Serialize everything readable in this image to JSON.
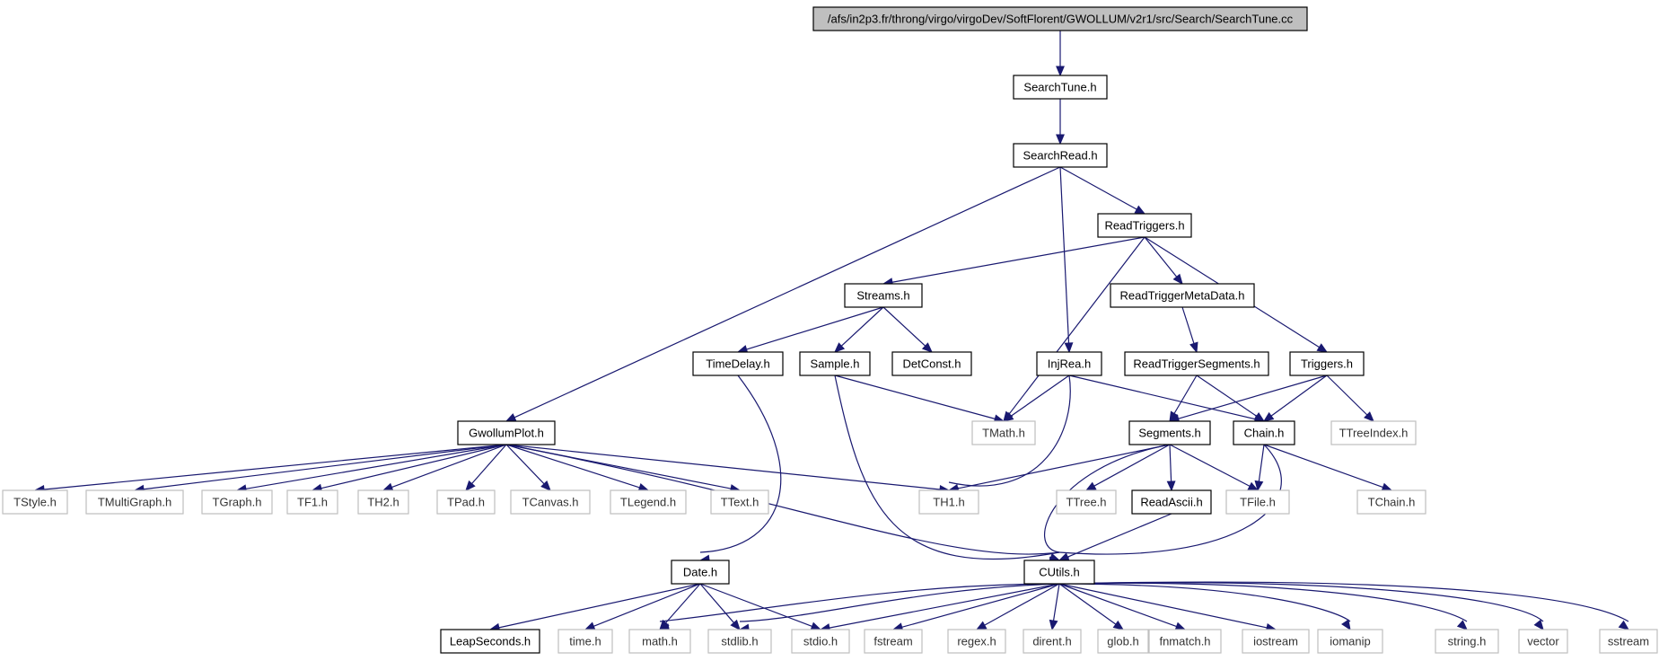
{
  "colors": {
    "edge": "#191970",
    "root_fill": "#bfbfbf",
    "weak_border": "#bfbfbf",
    "strong_border": "#000000"
  },
  "nodes": [
    {
      "id": "root",
      "label": "/afs/in2p3.fr/throng/virgo/virgoDev/SoftFlorent/GWOLLUM/v2r1/src/Search/SearchTune.cc",
      "style": "root"
    },
    {
      "id": "SearchTune",
      "label": "SearchTune.h",
      "style": "strong"
    },
    {
      "id": "SearchRead",
      "label": "SearchRead.h",
      "style": "strong"
    },
    {
      "id": "ReadTriggers",
      "label": "ReadTriggers.h",
      "style": "strong"
    },
    {
      "id": "Streams",
      "label": "Streams.h",
      "style": "strong"
    },
    {
      "id": "ReadTriggerMetaData",
      "label": "ReadTriggerMetaData.h",
      "style": "strong"
    },
    {
      "id": "TimeDelay",
      "label": "TimeDelay.h",
      "style": "strong"
    },
    {
      "id": "Sample",
      "label": "Sample.h",
      "style": "strong"
    },
    {
      "id": "DetConst",
      "label": "DetConst.h",
      "style": "strong"
    },
    {
      "id": "InjRea",
      "label": "InjRea.h",
      "style": "strong"
    },
    {
      "id": "ReadTriggerSegments",
      "label": "ReadTriggerSegments.h",
      "style": "strong"
    },
    {
      "id": "Triggers",
      "label": "Triggers.h",
      "style": "strong"
    },
    {
      "id": "GwollumPlot",
      "label": "GwollumPlot.h",
      "style": "strong"
    },
    {
      "id": "TMath",
      "label": "TMath.h",
      "style": "weak"
    },
    {
      "id": "Segments",
      "label": "Segments.h",
      "style": "strong"
    },
    {
      "id": "Chain",
      "label": "Chain.h",
      "style": "strong"
    },
    {
      "id": "TTreeIndex",
      "label": "TTreeIndex.h",
      "style": "weak"
    },
    {
      "id": "TStyle",
      "label": "TStyle.h",
      "style": "weak"
    },
    {
      "id": "TMultiGraph",
      "label": "TMultiGraph.h",
      "style": "weak"
    },
    {
      "id": "TGraph",
      "label": "TGraph.h",
      "style": "weak"
    },
    {
      "id": "TF1",
      "label": "TF1.h",
      "style": "weak"
    },
    {
      "id": "TH2",
      "label": "TH2.h",
      "style": "weak"
    },
    {
      "id": "TPad",
      "label": "TPad.h",
      "style": "weak"
    },
    {
      "id": "TCanvas",
      "label": "TCanvas.h",
      "style": "weak"
    },
    {
      "id": "TLegend",
      "label": "TLegend.h",
      "style": "weak"
    },
    {
      "id": "TText",
      "label": "TText.h",
      "style": "weak"
    },
    {
      "id": "TH1",
      "label": "TH1.h",
      "style": "weak"
    },
    {
      "id": "TTree",
      "label": "TTree.h",
      "style": "weak"
    },
    {
      "id": "ReadAscii",
      "label": "ReadAscii.h",
      "style": "strong"
    },
    {
      "id": "TFile",
      "label": "TFile.h",
      "style": "weak"
    },
    {
      "id": "TChain",
      "label": "TChain.h",
      "style": "weak"
    },
    {
      "id": "Date",
      "label": "Date.h",
      "style": "strong"
    },
    {
      "id": "CUtils",
      "label": "CUtils.h",
      "style": "strong"
    },
    {
      "id": "LeapSeconds",
      "label": "LeapSeconds.h",
      "style": "strong"
    },
    {
      "id": "time",
      "label": "time.h",
      "style": "weak"
    },
    {
      "id": "math",
      "label": "math.h",
      "style": "weak"
    },
    {
      "id": "stdlib",
      "label": "stdlib.h",
      "style": "weak"
    },
    {
      "id": "stdio",
      "label": "stdio.h",
      "style": "weak"
    },
    {
      "id": "fstream",
      "label": "fstream",
      "style": "weak"
    },
    {
      "id": "regex",
      "label": "regex.h",
      "style": "weak"
    },
    {
      "id": "dirent",
      "label": "dirent.h",
      "style": "weak"
    },
    {
      "id": "glob",
      "label": "glob.h",
      "style": "weak"
    },
    {
      "id": "fnmatch",
      "label": "fnmatch.h",
      "style": "weak"
    },
    {
      "id": "iostream",
      "label": "iostream",
      "style": "weak"
    },
    {
      "id": "iomanip",
      "label": "iomanip",
      "style": "weak"
    },
    {
      "id": "string",
      "label": "string.h",
      "style": "weak"
    },
    {
      "id": "vector",
      "label": "vector",
      "style": "weak"
    },
    {
      "id": "sstream",
      "label": "sstream",
      "style": "weak"
    }
  ],
  "edges": [
    [
      "root",
      "SearchTune"
    ],
    [
      "SearchTune",
      "SearchRead"
    ],
    [
      "SearchRead",
      "GwollumPlot"
    ],
    [
      "SearchRead",
      "InjRea"
    ],
    [
      "SearchRead",
      "ReadTriggers"
    ],
    [
      "ReadTriggers",
      "Streams"
    ],
    [
      "ReadTriggers",
      "TMath"
    ],
    [
      "ReadTriggers",
      "ReadTriggerMetaData"
    ],
    [
      "ReadTriggers",
      "Triggers"
    ],
    [
      "Streams",
      "TimeDelay"
    ],
    [
      "Streams",
      "Sample"
    ],
    [
      "Streams",
      "DetConst"
    ],
    [
      "ReadTriggerMetaData",
      "ReadTriggerSegments"
    ],
    [
      "TimeDelay",
      "Date"
    ],
    [
      "Sample",
      "TMath"
    ],
    [
      "Sample",
      "CUtils"
    ],
    [
      "InjRea",
      "TMath"
    ],
    [
      "InjRea",
      "Chain"
    ],
    [
      "InjRea",
      "TH1"
    ],
    [
      "ReadTriggerSegments",
      "Segments"
    ],
    [
      "ReadTriggerSegments",
      "Chain"
    ],
    [
      "Triggers",
      "Segments"
    ],
    [
      "Triggers",
      "Chain"
    ],
    [
      "Triggers",
      "TTreeIndex"
    ],
    [
      "GwollumPlot",
      "TStyle"
    ],
    [
      "GwollumPlot",
      "TMultiGraph"
    ],
    [
      "GwollumPlot",
      "TGraph"
    ],
    [
      "GwollumPlot",
      "TF1"
    ],
    [
      "GwollumPlot",
      "TH2"
    ],
    [
      "GwollumPlot",
      "TPad"
    ],
    [
      "GwollumPlot",
      "TCanvas"
    ],
    [
      "GwollumPlot",
      "TLegend"
    ],
    [
      "GwollumPlot",
      "TText"
    ],
    [
      "GwollumPlot",
      "TH1"
    ],
    [
      "GwollumPlot",
      "CUtils"
    ],
    [
      "Segments",
      "TH1"
    ],
    [
      "Segments",
      "TTree"
    ],
    [
      "Segments",
      "ReadAscii"
    ],
    [
      "Segments",
      "TFile"
    ],
    [
      "Segments",
      "CUtils"
    ],
    [
      "Chain",
      "TFile"
    ],
    [
      "Chain",
      "TChain"
    ],
    [
      "Chain",
      "CUtils"
    ],
    [
      "ReadAscii",
      "CUtils"
    ],
    [
      "Date",
      "LeapSeconds"
    ],
    [
      "Date",
      "time"
    ],
    [
      "Date",
      "math"
    ],
    [
      "Date",
      "stdlib"
    ],
    [
      "Date",
      "stdio"
    ],
    [
      "CUtils",
      "math"
    ],
    [
      "CUtils",
      "stdlib"
    ],
    [
      "CUtils",
      "stdio"
    ],
    [
      "CUtils",
      "fstream"
    ],
    [
      "CUtils",
      "regex"
    ],
    [
      "CUtils",
      "dirent"
    ],
    [
      "CUtils",
      "glob"
    ],
    [
      "CUtils",
      "fnmatch"
    ],
    [
      "CUtils",
      "iostream"
    ],
    [
      "CUtils",
      "iomanip"
    ],
    [
      "CUtils",
      "string"
    ],
    [
      "CUtils",
      "vector"
    ],
    [
      "CUtils",
      "sstream"
    ]
  ]
}
